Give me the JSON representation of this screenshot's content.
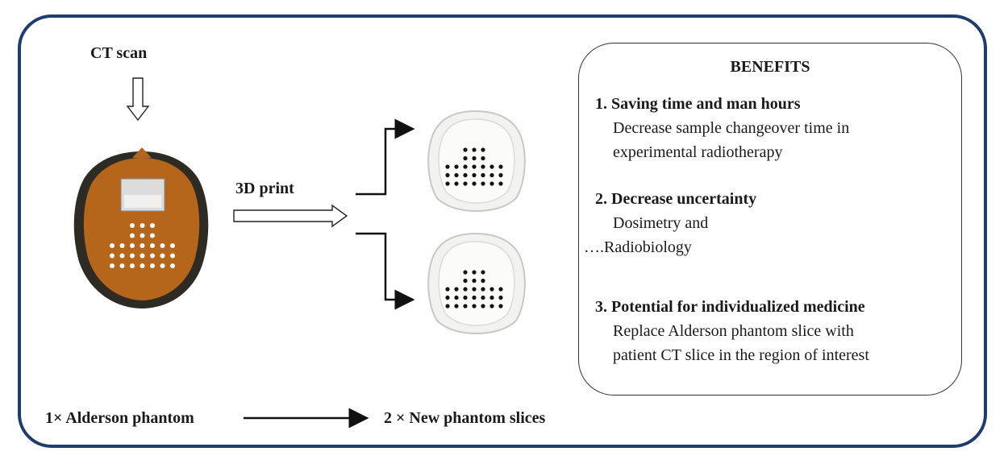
{
  "diagram": {
    "ct_scan_label": "CT scan",
    "print_label": "3D print",
    "alderson_label": "1× Alderson phantom",
    "new_slices_label": "2 × New phantom slices",
    "colors": {
      "frame": "#1f3c6e",
      "phantom_ring": "#2e2a24",
      "phantom_fill": "#b5661b",
      "printed_slice": "#f2f2f0"
    }
  },
  "benefits": {
    "title": "BENEFITS",
    "items": [
      {
        "heading": "1. Saving time and man hours",
        "lines": [
          "Decrease sample changeover time in",
          "experimental radiotherapy"
        ]
      },
      {
        "heading": "2. Decrease uncertainty",
        "lines": [
          "Dosimetry and",
          "….Radiobiology"
        ]
      },
      {
        "heading": "3. Potential for individualized medicine",
        "lines": [
          "Replace Alderson phantom slice with",
          "patient CT slice in the region of interest"
        ]
      }
    ]
  }
}
